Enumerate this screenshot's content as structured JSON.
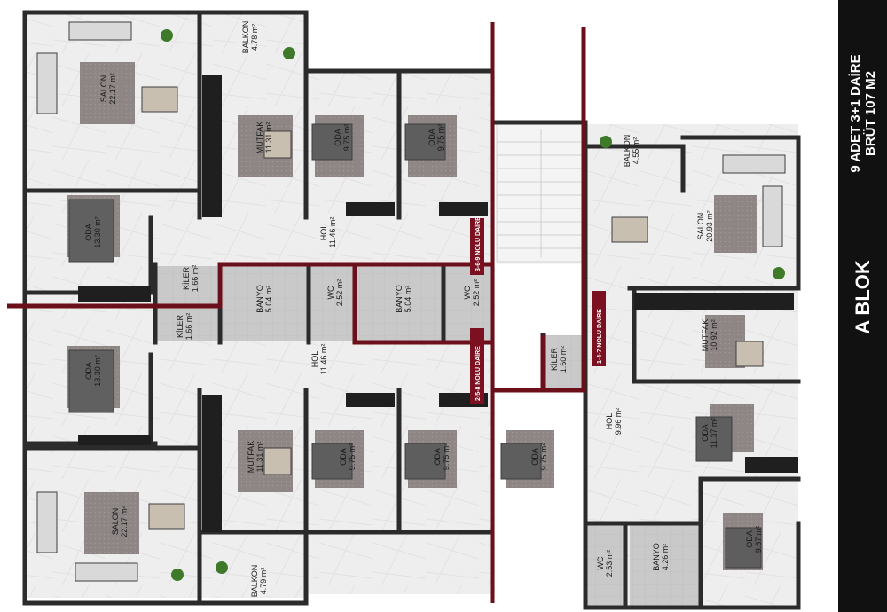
{
  "side": {
    "block": "A BLOK",
    "line1": "9 ADET 3+1 DAİRE",
    "line2": "BRÜT 107 M2"
  },
  "colors": {
    "wall": "#2b2b2b",
    "floor": "#ededed",
    "wet": "#c9c9c9",
    "hol": "#f4f4f4",
    "divider": "#6b0f1a",
    "tag": "#7a1020"
  },
  "tags": [
    {
      "name": "3-6-9",
      "text": "3-6-9 NOLU DAİRE"
    },
    {
      "name": "2-5-8",
      "text": "2-5-8 NOLU DAİRE"
    },
    {
      "name": "1-4-7",
      "text": "1-4-7 NOLU DAİRE"
    }
  ],
  "rooms": [
    {
      "name": "salon-top-left",
      "label": "SALON",
      "area": "22.17 m²"
    },
    {
      "name": "balkon-top",
      "label": "BALKON",
      "area": "4.78 m²"
    },
    {
      "name": "mutfak-top",
      "label": "MUTFAK",
      "area": "11.31 m²"
    },
    {
      "name": "oda-top-1",
      "label": "ODA",
      "area": "9.75 m²"
    },
    {
      "name": "oda-top-2",
      "label": "ODA",
      "area": "9.75 m²"
    },
    {
      "name": "oda-left-upper",
      "label": "ODA",
      "area": "13.30 m²"
    },
    {
      "name": "hol-upper",
      "label": "HOL",
      "area": "11.46 m²"
    },
    {
      "name": "kiler-upper",
      "label": "KİLER",
      "area": "1.66 m²"
    },
    {
      "name": "banyo-upper",
      "label": "BANYO",
      "area": "5.04 m²"
    },
    {
      "name": "wc-upper",
      "label": "WC",
      "area": "2.52 m²"
    },
    {
      "name": "banyo-upper-2",
      "label": "BANYO",
      "area": "5.04 m²"
    },
    {
      "name": "wc-upper-2",
      "label": "WC",
      "area": "2.52 m²"
    },
    {
      "name": "kiler-lower",
      "label": "KİLER",
      "area": "1.66 m²"
    },
    {
      "name": "hol-lower",
      "label": "HOL",
      "area": "11.46 m²"
    },
    {
      "name": "oda-left-lower",
      "label": "ODA",
      "area": "13.30 m²"
    },
    {
      "name": "salon-bottom-left",
      "label": "SALON",
      "area": "22.17 m²"
    },
    {
      "name": "mutfak-bottom",
      "label": "MUTFAK",
      "area": "11.31 m²"
    },
    {
      "name": "oda-bottom-1",
      "label": "ODA",
      "area": "9.75 m²"
    },
    {
      "name": "oda-bottom-2",
      "label": "ODA",
      "area": "9.75 m²"
    },
    {
      "name": "oda-bottom-3",
      "label": "ODA",
      "area": "9.75 m²"
    },
    {
      "name": "balkon-bottom",
      "label": "BALKON",
      "area": "4.79 m²"
    },
    {
      "name": "balkon-right",
      "label": "BALKON",
      "area": "4.55 m²"
    },
    {
      "name": "salon-right",
      "label": "SALON",
      "area": "20.93 m²"
    },
    {
      "name": "mutfak-right",
      "label": "MUTFAK",
      "area": "10.92 m²"
    },
    {
      "name": "kiler-right",
      "label": "KİLER",
      "area": "1.60 m²"
    },
    {
      "name": "hol-right",
      "label": "HOL",
      "area": "9.96 m²"
    },
    {
      "name": "oda-right-1",
      "label": "ODA",
      "area": "11.37 m²"
    },
    {
      "name": "oda-right-2",
      "label": "ODA",
      "area": "9.67 m²"
    },
    {
      "name": "wc-right",
      "label": "WC",
      "area": "2.53 m²"
    },
    {
      "name": "banyo-right",
      "label": "BANYO",
      "area": "4.26 m²"
    }
  ]
}
